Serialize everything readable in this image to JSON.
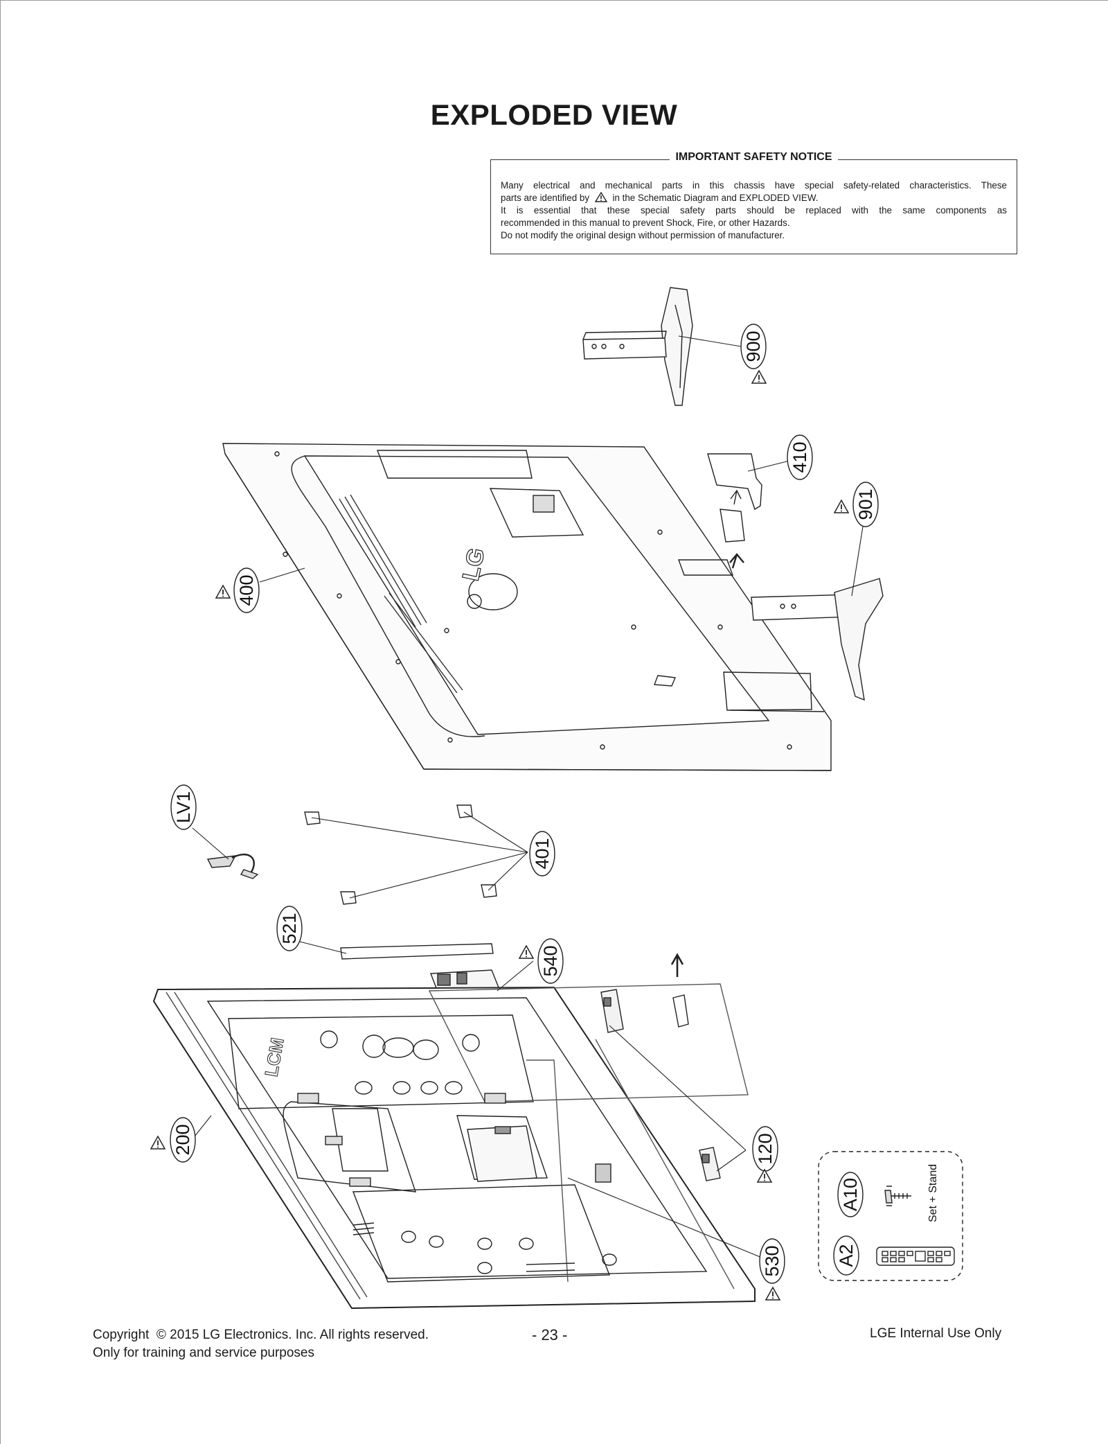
{
  "page": {
    "title": "EXPLODED VIEW"
  },
  "safety_notice": {
    "heading": "IMPORTANT SAFETY NOTICE",
    "line1": "Many electrical and mechanical parts in this chassis have special safety-related characteristics. These",
    "line2_prefix": "parts are identified by",
    "line2_suffix": "in the Schematic Diagram and EXPLODED VIEW.",
    "line3": "It is essential that these special safety parts should be replaced with the same components as",
    "line4": "recommended in this manual to prevent Shock, Fire, or other Hazards.",
    "line5": "Do not modify the original design without permission of manufacturer."
  },
  "callouts": {
    "c900": "900",
    "c410": "410",
    "c901": "901",
    "c400": "400",
    "cLV1": "LV1",
    "c401": "401",
    "c521": "521",
    "c540": "540",
    "c200": "200",
    "c120": "120",
    "c530": "530",
    "cA10": "A10",
    "cA2": "A2"
  },
  "accessory_box": {
    "label": "Set + Stand"
  },
  "logos": {
    "back_cover": "LG",
    "module": "LCM"
  },
  "footer": {
    "copyright": "Copyright  © 2015 LG Electronics. Inc. All rights reserved.",
    "purpose": "Only for training and service purposes",
    "page_number": "- 23 -",
    "internal": "LGE Internal Use Only"
  }
}
